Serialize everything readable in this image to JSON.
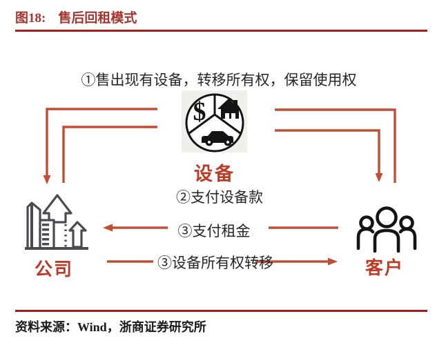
{
  "colors": {
    "accent_red": "#A4342C",
    "rule_red": "#A41E1C",
    "arrow_red": "#C14E33",
    "label_red": "#BC3B27",
    "icon_gray": "#4A4A52",
    "icon_bg": "#F1EFEC",
    "ink": "#1A1A1A"
  },
  "header": {
    "figure_label": "图18:",
    "title": "售后回租模式"
  },
  "diagram": {
    "step1_label": "①售出现有设备，转移所有权，保留使用权",
    "step2_label": "②支付设备款",
    "step3_rent_label": "③支付租金",
    "step3_transfer_label": "③设备所有权转移",
    "nodes": {
      "device": {
        "label": "设备",
        "icon": "money-house-car-pie-icon",
        "dollar_glyph": "$"
      },
      "company": {
        "label": "公司",
        "icon": "buildings-growth-arrow-icon"
      },
      "customer": {
        "label": "客户",
        "icon": "people-group-icon"
      }
    }
  },
  "footer": {
    "source": "资料来源：Wind，浙商证券研究所"
  }
}
